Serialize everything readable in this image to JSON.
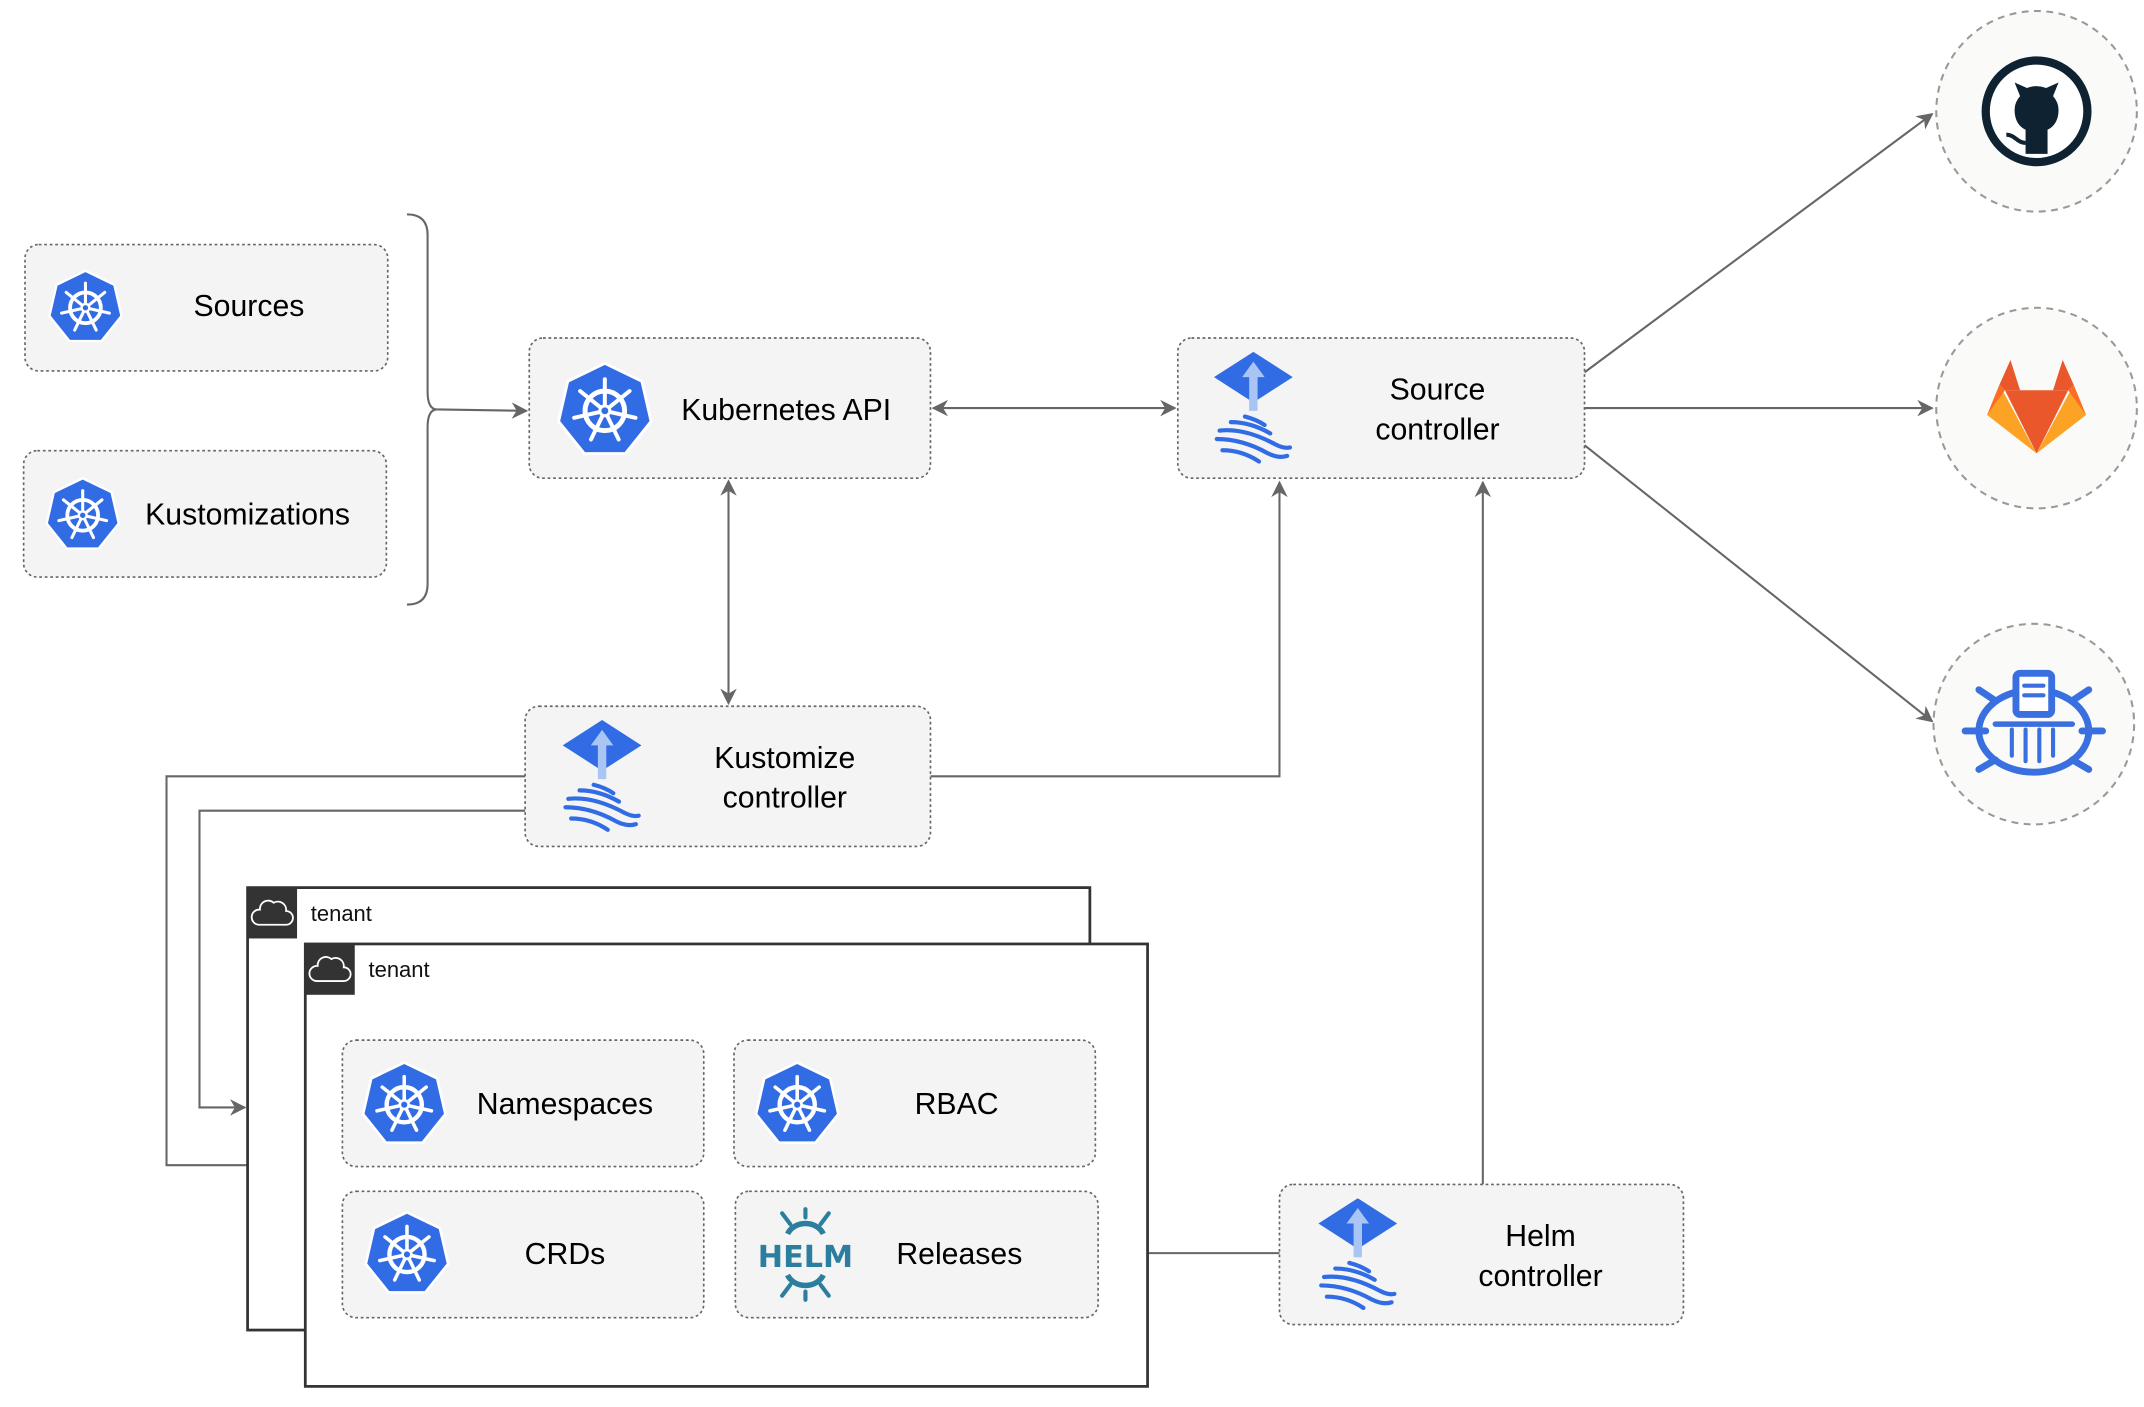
{
  "inputs": {
    "sources": "Sources",
    "kustomizations": "Kustomizations"
  },
  "nodes": {
    "kubernetes_api": "Kubernetes API",
    "source_controller": [
      "Source",
      "controller"
    ],
    "kustomize_controller": [
      "Kustomize",
      "controller"
    ],
    "helm_controller": [
      "Helm",
      "controller"
    ]
  },
  "tenants": [
    {
      "label": "tenant"
    },
    {
      "label": "tenant",
      "resources": [
        "Namespaces",
        "RBAC",
        "CRDs",
        "Releases"
      ]
    }
  ],
  "helm_logo_text": "HELM",
  "external_sources": [
    {
      "icon": "github-icon"
    },
    {
      "icon": "gitlab-icon"
    },
    {
      "icon": "oci-registry-icon"
    }
  ],
  "colors": {
    "kubernetes_blue": "#326ce5",
    "helm_teal": "#2b7e9e",
    "gitlab_orange": "#e9572a",
    "github_dark": "#0f2232",
    "edge": "#666666"
  }
}
